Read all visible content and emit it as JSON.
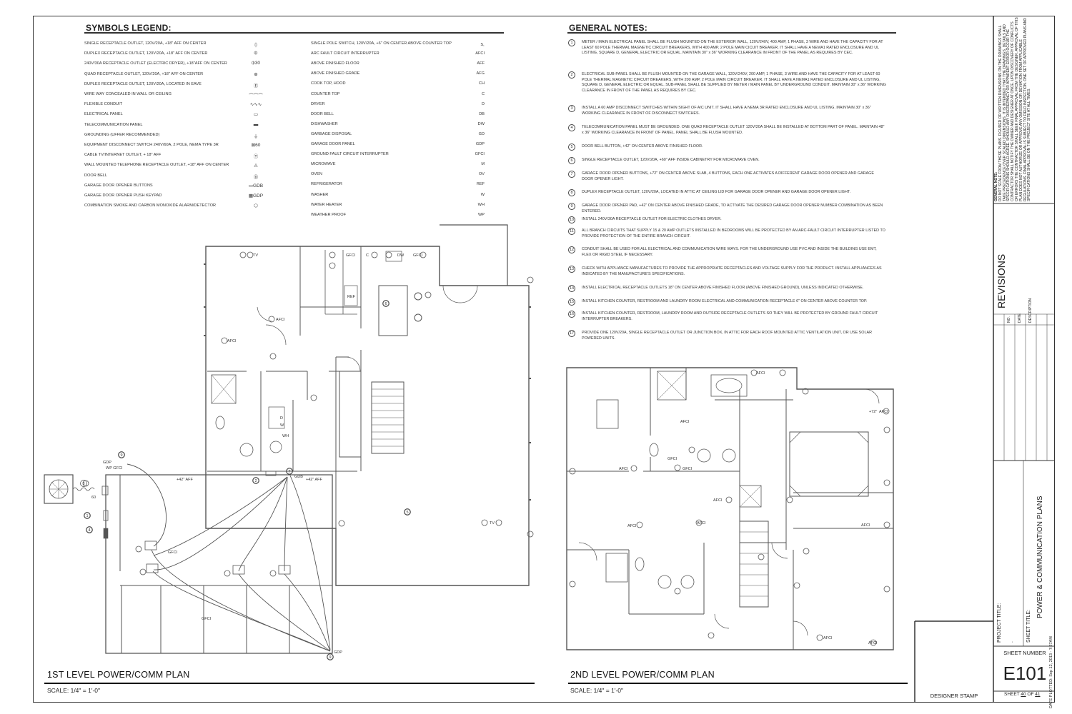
{
  "legend": {
    "title": "SYMBOLS LEGEND:",
    "symbols": [
      {
        "label": "SINGLE RECEPTACLE OUTLET, 120V/20A, +18\" AFF ON CENTER",
        "symbol": "⏀"
      },
      {
        "label": "DUPLEX RECEPTACLE OUTLET, 120V/20A, +18\" AFF ON CENTER",
        "symbol": "⦶"
      },
      {
        "label": "240V/30A RECEPTACLE OUTLET (ELECTRIC DRYER), +18\"AFF ON CENTER",
        "symbol": "⦶30"
      },
      {
        "label": "QUAD RECEPTACLE OUTLET, 120V/20A, +18\" AFF ON CENTER",
        "symbol": "⊕"
      },
      {
        "label": "DUPLEX RECEPTACLE OUTLET, 120V/20A, LOCATED IN EAVE",
        "symbol": "Ⓔ"
      },
      {
        "label": "WIRE WAY CONCEALED IN WALL OR CEILING",
        "symbol": "⌒⌒⌒"
      },
      {
        "label": "FLEXIBLE CONDUIT",
        "symbol": "∿∿∿"
      },
      {
        "label": "ELECTRICAL PANEL",
        "symbol": "▭"
      },
      {
        "label": "TELECOMMUNICATION PANEL",
        "symbol": "▬"
      },
      {
        "label": "GROUNDING (UFFER RECOMMENDED)",
        "symbol": "⏚"
      },
      {
        "label": "EQUIPMENT DISCONNECT SWITCH 240V/60A, 2 POLE, NEMA TYPE 3R",
        "symbol": "⊠60"
      },
      {
        "label": "CABLE TV/INTERNET OUTLET, + 18\" AFF",
        "symbol": "Ⓣ"
      },
      {
        "label": "WALL MOUNTED TELEPHONE RECEPTACLE OUTLET, +18\" AFF ON CENTER",
        "symbol": "◬"
      },
      {
        "label": "DOOR BELL",
        "symbol": "Ⓓ"
      },
      {
        "label": "GARAGE DOOR OPENER BUTTONS",
        "symbol": "▭GDB"
      },
      {
        "label": "GARAGE DOOR OPENER PUSH KEYPAD",
        "symbol": "▦GDP"
      },
      {
        "label": "COMBINATION SMOKE AND CARBON MONOXIDE ALARM/DETECTOR",
        "symbol": "⬡"
      }
    ],
    "abbreviations": [
      {
        "label": "SINGLE POLE SWITCH, 120V/20A, +6\" ON CENTER ABOVE COUNTER TOP",
        "abbr": "S꜀"
      },
      {
        "label": "ARC FAULT CIRCUIT INTERRUPTER",
        "abbr": "AFCI"
      },
      {
        "label": "ABOVE FINISHED FLOOR",
        "abbr": "AFF"
      },
      {
        "label": "ABOVE FINISHED GRADE",
        "abbr": "AFG"
      },
      {
        "label": "COOK TOP, HOOD",
        "abbr": "CH"
      },
      {
        "label": "COUNTER TOP",
        "abbr": "C"
      },
      {
        "label": "DRYER",
        "abbr": "D"
      },
      {
        "label": "DOOR BELL",
        "abbr": "DB"
      },
      {
        "label": "DISHWASHER",
        "abbr": "DW"
      },
      {
        "label": "GARBAGE DISPOSAL",
        "abbr": "GD"
      },
      {
        "label": "GARAGE DOOR PANEL",
        "abbr": "GDP"
      },
      {
        "label": "GROUND FAULT CIRCUIT INTERRUPTER",
        "abbr": "GFCI"
      },
      {
        "label": "MICROWAVE",
        "abbr": "M"
      },
      {
        "label": "OVEN",
        "abbr": "OV"
      },
      {
        "label": "REFRIGERATOR",
        "abbr": "REF"
      },
      {
        "label": "WASHER",
        "abbr": "W"
      },
      {
        "label": "WATER HEATER",
        "abbr": "WH"
      },
      {
        "label": "WEATHER PROOF",
        "abbr": "WP"
      }
    ]
  },
  "notes": {
    "title": "GENERAL NOTES:",
    "items": [
      {
        "n": "1",
        "text": "METER / MAIN ELECTRICAL PANEL SHALL BE FLUSH MOUNTED ON THE EXTERIOR WALL, 120V/240V, 400 AMP, 1 PHASE, 3 WIRE AND HAVE THE CAPACITY FOR AT LEAST 60 POLE THERMAL MAGNETIC CIRCUIT BREAKERS, WITH 400 AMP, 2 POLE MAIN CICUIT BREAKER. IT SHALL HAVE A NEMA1 RATED ENCLOSURE AND UL LISTING, SQUARE D, GENERAL ELECTRIC OR EQUAL. MAINTAIN 30\" x 36\" WORKING CLEARANCE IN FRONT OF THE PANEL AS REQUIRES BY CEC."
      },
      {
        "n": "2",
        "text": "ELECTRICAL SUB-PANEL SHALL BE FLUSH MOUNTED ON THE GARAGE WALL, 120V/240V, 200 AMP, 1 PHASE, 3 WIRE AND HAVE THE CAPACITY FOR AT LEAST 60 POLE THERMAL MAGNETIC CIRCUIT BREAKERS, WITH 200 AMP, 2 POLE MAIN CIRCUIT BREAKER. IT SHALL HAVE A NEMA1 RATED ENCLOSURE AND UL LISTING, SQUARE D, GENERAL ELECTRIC OR EQUAL. SUB-PANEL SHALL BE SUPPLIED BY METER / MAIN PANEL BY UNDERGROUND CONDUIT. MAINTAIN 30\" x 36\" WORKING CLEARANCE IN FRONT OF THE PANEL AS REQUIRES BY CEC."
      },
      {
        "n": "3",
        "text": "INSTALL A 60 AMP DISCONNECT SWITCHES WITHIN SIGHT OF A/C UNIT. IT SHALL HAVE A NEMA 3R RATED ENCLOSURE AND UL LISTING. MAINTAIN 30\" x 36\" WORKING CLEARANCE IN FRONT OF DISCONNECT SWITCHES."
      },
      {
        "n": "4",
        "text": "TELECOMMUNICATION PANEL MUST BE GROUNDED. ONE QUAD RECEPTACLE OUTLET 120V/20A SHALL BE INSTALLED AT BOTTOM PART OF PANEL. MAINTAIN 48\" x 36\" WORKING CLEARANCE IN FRONT OF PANEL. PANEL SHALL BE FLUSH MOUNTED."
      },
      {
        "n": "5",
        "text": "DOOR BELL BUTTON, +42\" ON CENTER ABOVE FINISHED FLOOR."
      },
      {
        "n": "6",
        "text": "SINGLE RECEPTACLE OUTLET, 120V/20A, +60\" AFF INSIDE CABINETRY FOR MICROWAVE OVEN."
      },
      {
        "n": "7",
        "text": "GARAGE DOOR OPENER BUTTONS, +72\" ON CENTER ABOVE SLAB, 4 BUTTONS, EACH ONE ACTIVATES A DIFFERENT GARAGE DOOR OPENER AND GARAGE DOOR OPENER LIGHT."
      },
      {
        "n": "8",
        "text": "DUPLEX RECEPTACLE OUTLET, 120V/20A, LOCATED IN ATTIC AT CEILING LID FOR GARAGE DOOR OPENER AND GARAGE DOOR OPENER LIGHT."
      },
      {
        "n": "9",
        "text": "GARAGE DOOR OPENER PAD, +42\" ON CENTER ABOVE FINISHED GRADE, TO ACTIVATE THE DESIRED GARAGE DOOR OPENER NUMBER COMBINATION AS BEEN ENTERED."
      },
      {
        "n": "10",
        "text": "INSTALL 240V/30A RECEPTACLE OUTLET FOR ELECTRIC CLOTHES DRYER."
      },
      {
        "n": "11",
        "text": "ALL BRANCH CIRCUITS THAT SUPPLY 15 & 20 AMP OUTLETS INSTALLED IN BEDROOMS WILL BE PROTECTED BY AN ARC-FAULT CIRCUIT INTERRUPTER LISTED TO PROVIDE PROTECTION OF THE ENTIRE BRANCH CIRCUIT."
      },
      {
        "n": "12",
        "text": "CONDUIT SHALL BE USED FOR ALL ELECTRICAL AND COMMUNICATION WIRE WAYS. FOR THE UNDERGROUND USE PVC AND INSIDE THE BUILDING USE EMT, FLEX OR RIGID STEEL IF NECESSARY."
      },
      {
        "n": "13",
        "text": "CHECK WITH APPLIANCE MANUFACTURES TO PROVIDE THE APPROPRIATE RECEPTACLES AND VOLTAGE SUPPLY FOR THE PRODUCT. INSTALL APPLIANCES AS INDICATED BY THE MANUFACTURE'S SPECIFICATIONS."
      },
      {
        "n": "14",
        "text": "INSTALL ELECTRICAL RECEPTACLE OUTLETS 18\" ON CENTER ABOVE FINISHED FLOOR (ABOVE FINISHED GROUND), UNLESS INDICATED OTHERWISE."
      },
      {
        "n": "15",
        "text": "INSTALL KITCHEN COUNTER, RESTROOM AND LAUNDRY ROOM ELECTRICAL AND COMMUNICATION RECEPTACLE 6\" ON CENTER ABOVE COUNTER TOP."
      },
      {
        "n": "16",
        "text": "INSTALL KITCHEN COUNTER, RESTROOM, LAUNDRY ROOM AND OUTSIDE RECEPTACLE OUTLETS SO THEY WILL BE PROTECTED BY GROUND FAULT CIRCUIT INTERRUPTER BREAKERS."
      },
      {
        "n": "17",
        "text": "PROVIDE ONE 120V/20A, SINGLE RECEPTACLE OUTLET OR JUNCTION BOX, IN ATTIC FOR EACH ROOF MOUNTED ATTIC VENTILATION UNIT, OR USE SOLAR POWERED UNITS."
      }
    ]
  },
  "plans": {
    "first": {
      "title": "1ST LEVEL POWER/COMM PLAN",
      "scale": "SCALE: 1/4\" = 1'-0\""
    },
    "second": {
      "title": "2ND LEVEL POWER/COMM PLAN",
      "scale": "SCALE: 1/4\" = 1'-0\""
    }
  },
  "plan_labels": {
    "afci": "AFCI",
    "gfci": "GFCI",
    "wp_gfci": "WP GFCI",
    "gdp": "GDP",
    "gdb": "GDB",
    "aff42": "+42\" AFF",
    "aff72": "+72\"",
    "tv": "TV",
    "c": "C",
    "dw": "DW",
    "ref": "REF",
    "d": "D",
    "w": "W",
    "wh": "WH",
    "sixty": "60"
  },
  "title_block": {
    "general_note_title": "GENERAL NOTE:",
    "general_note": "DO NOT SCALE FROM THESE PLANS. FIGURED OR WRITTEN DIMENSIONS ON THE DRAWINGS SHALL TAKE PRECEDENCE OVER SCALED DIMENSIONS. IT IS INTENDED THAT THE DRAWINGS, DETAILS AND SPECIFICATIONS SHOULD AGREE. SHOULD ANY DISCREPANCY OR APPARENT ERROR OCCUR THE CONTRACTOR SHALL NOTIFY THE OWNER AND DESIGNER AT ONCE. UPON DISCOVERY OF CONFLICTS OR ERRORS THE CONTRACTOR SHALL SEEK FINAL APPROVAL FROM THE DESIGNER. APPROVAL OF THIS PLAN DOES NOT AUTHORIZE OR APPROVE ANY OMISSION OR DEVIATION FROM APPLICABLE REGULATIONS. FINAL APPROVAL IS SUBJECT TO FIELD INSPECTION. ONE SET OF APPROVED PLANS AND SPECIFICATIONS SHALL BE ON THE PROJECT SITE AT ALL TIMES.",
    "revisions": "REVISIONS",
    "rev_no": "NO.",
    "rev_date": "DATE",
    "rev_desc": "DESCRIPTION",
    "project_title_label": "PROJECT TITLE:",
    "project_title": ".",
    "sheet_title_label": "SHEET TITLE:",
    "sheet_title": "POWER & COMMUNICATION PLANS",
    "date_plotted": "DATE PLOTTED: Sep 12, 2013 - 7:27AM",
    "sheet_number_label": "SHEET NUMBER",
    "sheet_number": "E101",
    "sheet_word": "SHEET",
    "sheet_current": "40",
    "of_word": "OF",
    "sheet_total": "41",
    "designer_stamp": "DESIGNER STAMP"
  }
}
